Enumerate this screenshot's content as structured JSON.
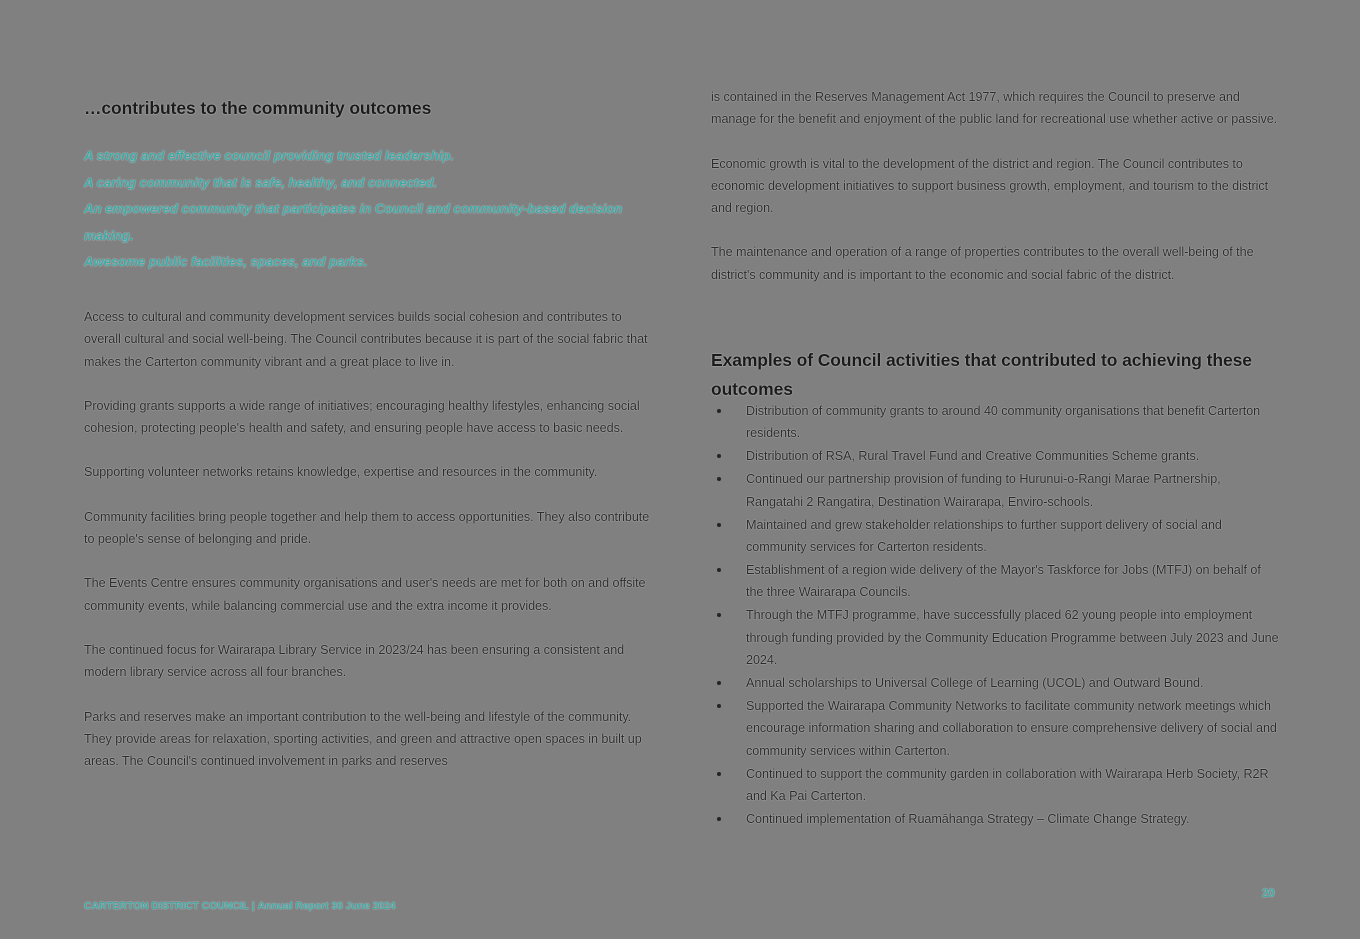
{
  "page": {
    "background_color": "#808080",
    "accent_color": "#3fa9a6",
    "text_color": "#2b2b2b",
    "number": "20"
  },
  "left_column": {
    "heading": "…contributes to the community outcomes",
    "outcomes": [
      "A strong and effective council providing trusted leadership.",
      "A caring community that is safe, healthy, and connected.",
      "An empowered community that participates in Council and community-based decision making.",
      "Awesome public facilities, spaces, and parks."
    ],
    "paragraphs": [
      "Access to cultural and community development services builds social cohesion and contributes to overall cultural and social well-being. The Council contributes because it is part of the social fabric that makes the Carterton community vibrant and a great place to live in.",
      "Providing grants supports a wide range of initiatives; encouraging healthy lifestyles, enhancing social cohesion, protecting people's health and safety, and ensuring people have access to basic needs.",
      "Supporting volunteer networks retains knowledge, expertise and resources in the community.",
      "Community facilities bring people together and help them to access opportunities. They also contribute to people's sense of belonging and pride.",
      "The Events Centre ensures community organisations and user's needs are met for both on and offsite community events, while balancing commercial use and the extra income it provides.",
      "The continued focus for Wairarapa Library Service in 2023/24 has been ensuring a consistent and modern library service across all four branches.",
      "Parks and reserves make an important contribution to the well-being and lifestyle of the community. They provide areas for relaxation, sporting activities, and green and attractive open spaces in built up areas. The Council's continued involvement in parks and reserves"
    ]
  },
  "right_column": {
    "paragraphs": [
      "is contained in the Reserves Management Act 1977, which requires the Council to preserve and manage for the benefit and enjoyment of the public land for recreational use whether active or passive.",
      "Economic growth is vital to the development of the district and region. The Council contributes to economic development initiatives to support business growth, employment, and tourism to the district and region.",
      "The maintenance and operation of a range of properties contributes to the overall well-being of the district's community and is important to the economic and social fabric of the district."
    ],
    "heading": "Examples of Council activities that contributed to achieving these outcomes",
    "bullets": [
      "Distribution of community grants to around 40 community organisations that benefit Carterton residents.",
      "Distribution of RSA, Rural Travel Fund and Creative Communities Scheme grants.",
      "Continued our partnership provision of funding to Hurunui-o-Rangi Marae Partnership, Rangatahi 2 Rangatira, Destination Wairarapa, Enviro-schools.",
      "Maintained and grew stakeholder relationships to further support delivery of social and community services for Carterton residents.",
      "Establishment of a region wide delivery of the Mayor's Taskforce for Jobs (MTFJ) on behalf of the three Wairarapa Councils.",
      "Through the MTFJ programme, have successfully placed 62 young people into employment through funding provided by the Community Education Programme between July 2023 and June 2024.",
      "Annual scholarships to Universal College of Learning (UCOL) and Outward Bound.",
      "Supported the Wairarapa Community Networks to facilitate community network meetings which encourage information sharing and collaboration to ensure comprehensive delivery of social and community services within Carterton.",
      "Continued to support the community garden in collaboration with Wairarapa Herb Society, R2R and Ka Pai Carterton.",
      "Continued implementation of Ruamāhanga Strategy – Climate Change Strategy."
    ]
  },
  "footer": {
    "organisation": "CARTERTON DISTRICT COUNCIL",
    "separator": "|",
    "report": "Annual Report 30 June 2024"
  }
}
